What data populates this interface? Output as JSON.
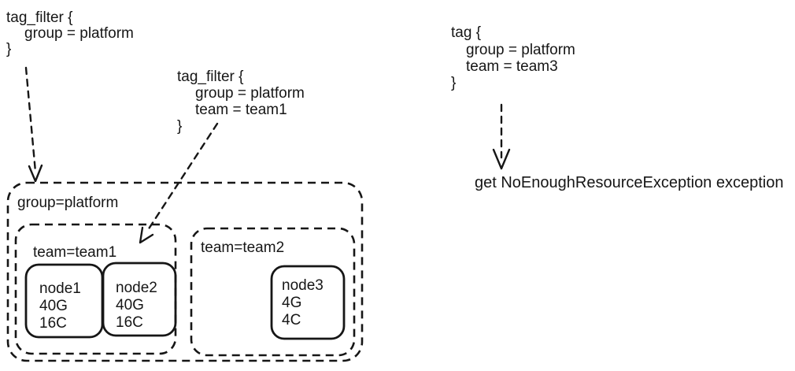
{
  "code_blocks": {
    "filter1": {
      "open": "tag_filter {",
      "prop1": "group = platform",
      "close": "}"
    },
    "filter2": {
      "open": "tag_filter {",
      "prop1": "group = platform",
      "prop2": "team = team1",
      "close": "}"
    },
    "tag": {
      "open": "tag {",
      "prop1": "group = platform",
      "prop2": "team = team3",
      "close": "}"
    }
  },
  "cluster": {
    "group_label": "group=platform",
    "teams": [
      {
        "label": "team=team1",
        "nodes": [
          {
            "name": "node1",
            "memory": "40G",
            "cpu": "16C"
          },
          {
            "name": "node2",
            "memory": "40G",
            "cpu": "16C"
          }
        ]
      },
      {
        "label": "team=team2",
        "nodes": [
          {
            "name": "node3",
            "memory": "4G",
            "cpu": "4C"
          }
        ]
      }
    ]
  },
  "result": {
    "exception_text": "get NoEnoughResourceException exception"
  },
  "colors": {
    "stroke": "#161616",
    "background": "#ffffff"
  }
}
